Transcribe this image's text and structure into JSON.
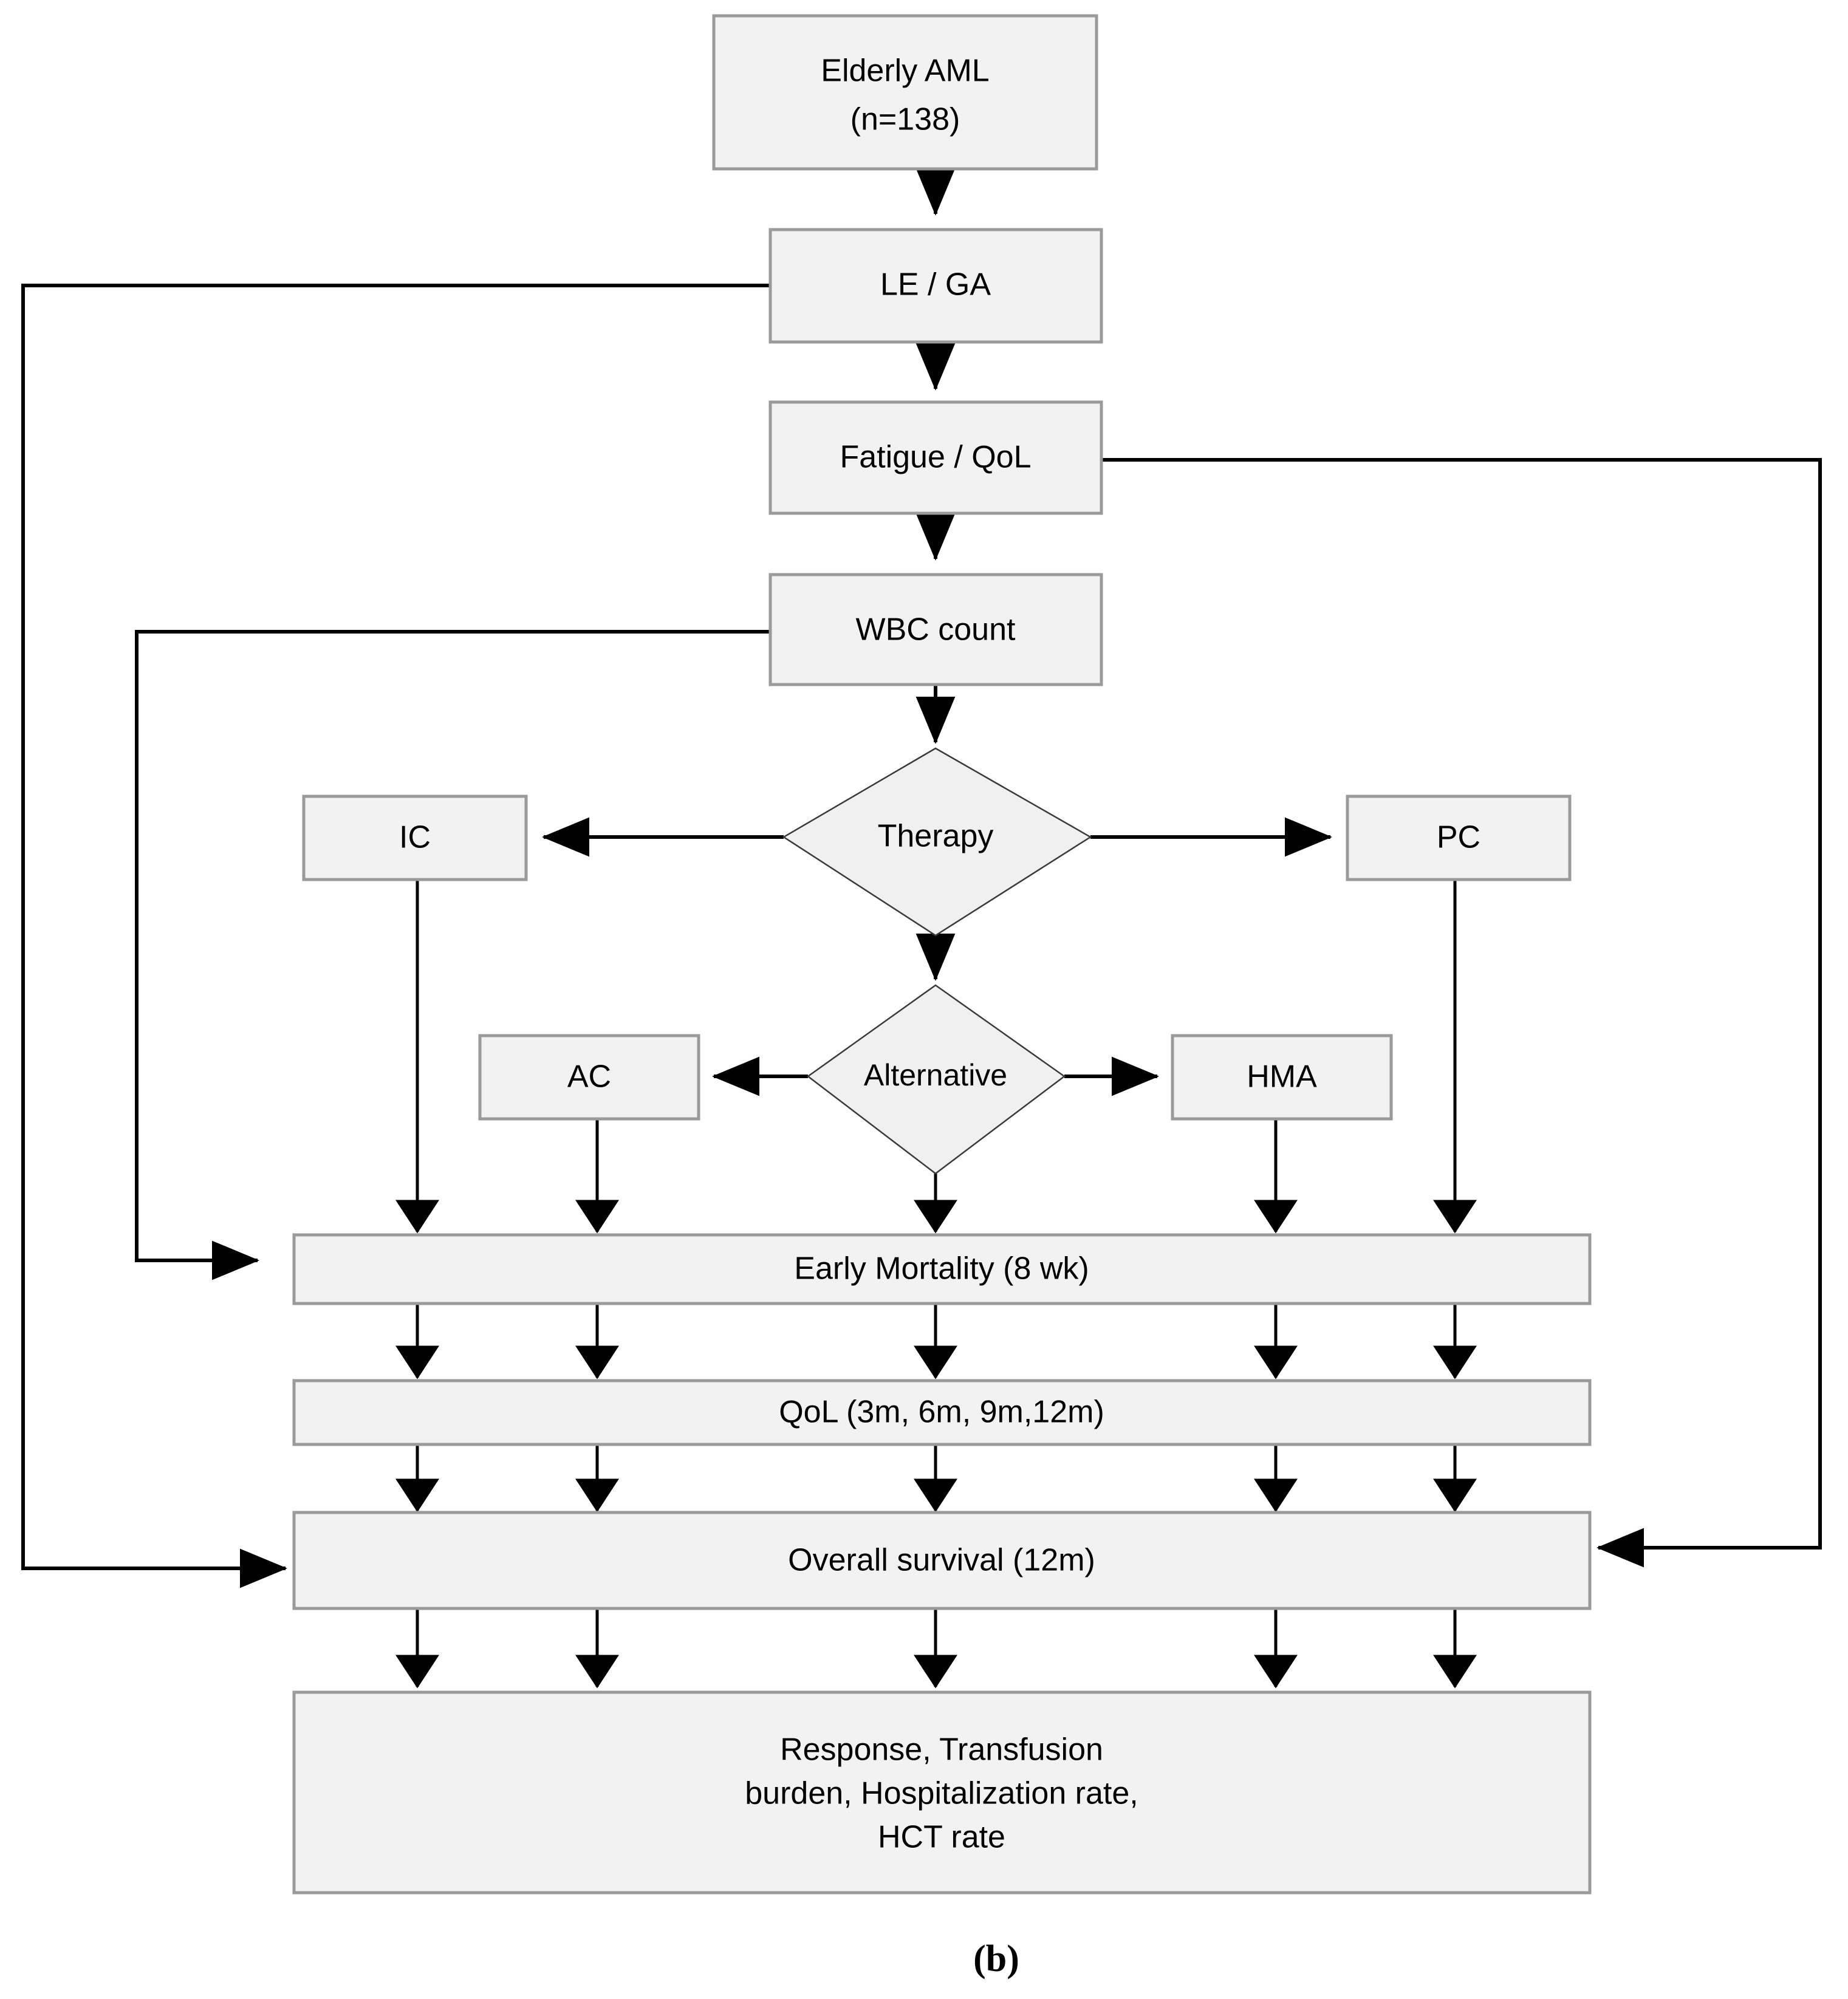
{
  "figure": {
    "caption": "(b)",
    "colors": {
      "node_fill": "#f2f2f2",
      "node_border": "#9a9a9a",
      "diamond_border": "#3a3a3a",
      "edge": "#000000",
      "background": "#ffffff",
      "text": "#000000"
    }
  },
  "nodes": {
    "cohort": {
      "line1": "Elderly AML",
      "line2": "(n=138)"
    },
    "le_ga": {
      "label": "LE /  GA"
    },
    "fatigue_qol": {
      "label": "Fatigue / QoL"
    },
    "wbc": {
      "label": "WBC  count"
    },
    "therapy": {
      "label": "Therapy"
    },
    "ic": {
      "label": "IC"
    },
    "pc": {
      "label": "PC"
    },
    "alternative": {
      "label": "Alternative"
    },
    "ac": {
      "label": "AC"
    },
    "hma": {
      "label": "HMA"
    },
    "early_mortality": {
      "label": "Early Mortality (8 wk)"
    },
    "qol_timepoints": {
      "label": "QoL (3m, 6m, 9m,12m)"
    },
    "overall_survival": {
      "label": "Overall survival (12m)"
    },
    "secondary_outcomes": {
      "line1": "Response, Transfusion",
      "line2": "burden, Hospitalization rate,",
      "line3": "HCT rate"
    }
  },
  "chart_data": {
    "type": "diagram",
    "title": "Elderly AML study flow diagram",
    "subtitle": "(b)",
    "node_list": [
      {
        "id": "cohort",
        "shape": "rect",
        "text": "Elderly AML (n=138)"
      },
      {
        "id": "le_ga",
        "shape": "rect",
        "text": "LE /  GA"
      },
      {
        "id": "fatigue_qol",
        "shape": "rect",
        "text": "Fatigue / QoL"
      },
      {
        "id": "wbc",
        "shape": "rect",
        "text": "WBC  count"
      },
      {
        "id": "therapy",
        "shape": "diamond",
        "text": "Therapy"
      },
      {
        "id": "ic",
        "shape": "rect",
        "text": "IC"
      },
      {
        "id": "pc",
        "shape": "rect",
        "text": "PC"
      },
      {
        "id": "alternative",
        "shape": "diamond",
        "text": "Alternative"
      },
      {
        "id": "ac",
        "shape": "rect",
        "text": "AC"
      },
      {
        "id": "hma",
        "shape": "rect",
        "text": "HMA"
      },
      {
        "id": "early_mortality",
        "shape": "bar",
        "text": "Early Mortality (8 wk)"
      },
      {
        "id": "qol_timepoints",
        "shape": "bar",
        "text": "QoL (3m, 6m, 9m,12m)"
      },
      {
        "id": "overall_survival",
        "shape": "bar",
        "text": "Overall survival (12m)"
      },
      {
        "id": "secondary_outcomes",
        "shape": "bar",
        "text": "Response, Transfusion burden, Hospitalization rate, HCT rate"
      }
    ],
    "edge_list": [
      {
        "from": "cohort",
        "to": "le_ga",
        "type": "arrow-down"
      },
      {
        "from": "le_ga",
        "to": "fatigue_qol",
        "type": "arrow-down"
      },
      {
        "from": "fatigue_qol",
        "to": "wbc",
        "type": "arrow-down"
      },
      {
        "from": "wbc",
        "to": "therapy",
        "type": "arrow-down"
      },
      {
        "from": "therapy",
        "to": "ic",
        "type": "arrow-left"
      },
      {
        "from": "therapy",
        "to": "pc",
        "type": "arrow-right"
      },
      {
        "from": "therapy",
        "to": "alternative",
        "type": "arrow-down"
      },
      {
        "from": "alternative",
        "to": "ac",
        "type": "arrow-left"
      },
      {
        "from": "alternative",
        "to": "hma",
        "type": "arrow-right"
      },
      {
        "from": "ic",
        "to": "early_mortality",
        "type": "arrow-down"
      },
      {
        "from": "ac",
        "to": "early_mortality",
        "type": "arrow-down"
      },
      {
        "from": "alternative",
        "to": "early_mortality",
        "type": "arrow-down"
      },
      {
        "from": "hma",
        "to": "early_mortality",
        "type": "arrow-down"
      },
      {
        "from": "pc",
        "to": "early_mortality",
        "type": "arrow-down"
      },
      {
        "from": "early_mortality",
        "to": "qol_timepoints",
        "type": "arrow-down-5"
      },
      {
        "from": "qol_timepoints",
        "to": "overall_survival",
        "type": "arrow-down-5"
      },
      {
        "from": "overall_survival",
        "to": "secondary_outcomes",
        "type": "arrow-down-5"
      },
      {
        "from": "le_ga",
        "to": "overall_survival",
        "type": "feedback-left-outer"
      },
      {
        "from": "wbc",
        "to": "early_mortality",
        "type": "feedback-left-inner"
      },
      {
        "from": "fatigue_qol",
        "to": "overall_survival",
        "type": "feedback-right"
      }
    ]
  }
}
